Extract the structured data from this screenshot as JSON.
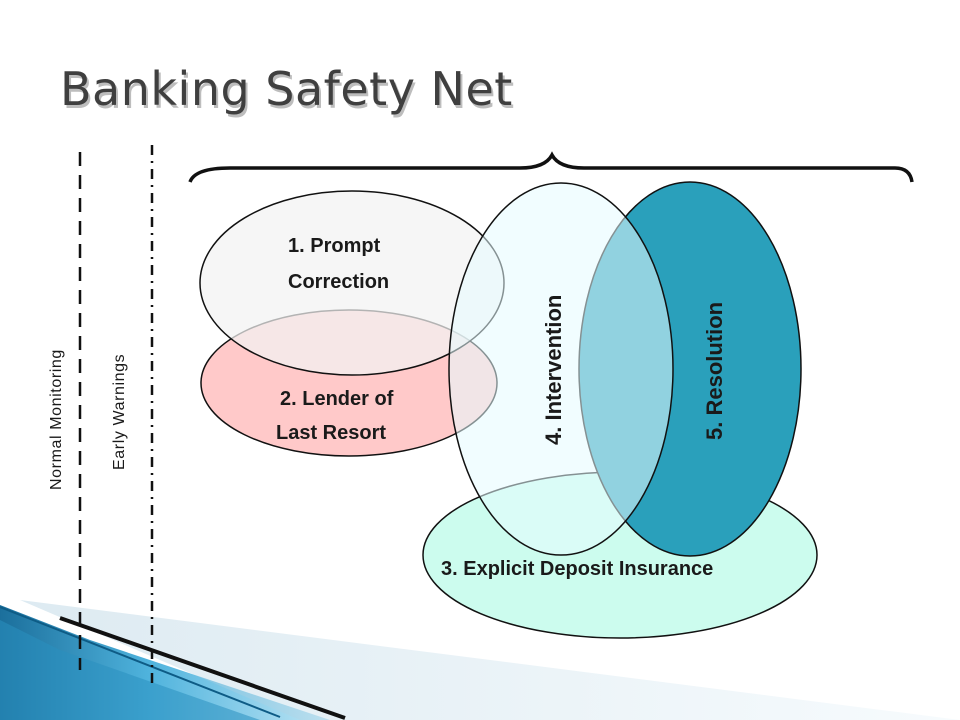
{
  "title": "Banking Safety Net",
  "side_labels": {
    "normal_monitoring": "Normal Monitoring",
    "early_warnings": "Early Warnings"
  },
  "components": {
    "prompt_correction": {
      "line1": "1. Prompt",
      "line2": "Correction"
    },
    "lender_of_last_resort": {
      "line1": "2. Lender of",
      "line2": "Last Resort"
    },
    "deposit_insurance": {
      "label": "3. Explicit Deposit Insurance"
    },
    "intervention": {
      "label": "4. Intervention"
    },
    "resolution": {
      "label": "5. Resolution"
    }
  },
  "colors": {
    "title": "#3f3f3f",
    "prompt_correction_fill": "#f2f2f2",
    "lender_fill": "#ffc9c9",
    "deposit_fill": "#ccfcee",
    "intervention_fill": "#e6fbff",
    "resolution_fill": "#2aa0bb",
    "corner_accent": "#1b7fae"
  }
}
